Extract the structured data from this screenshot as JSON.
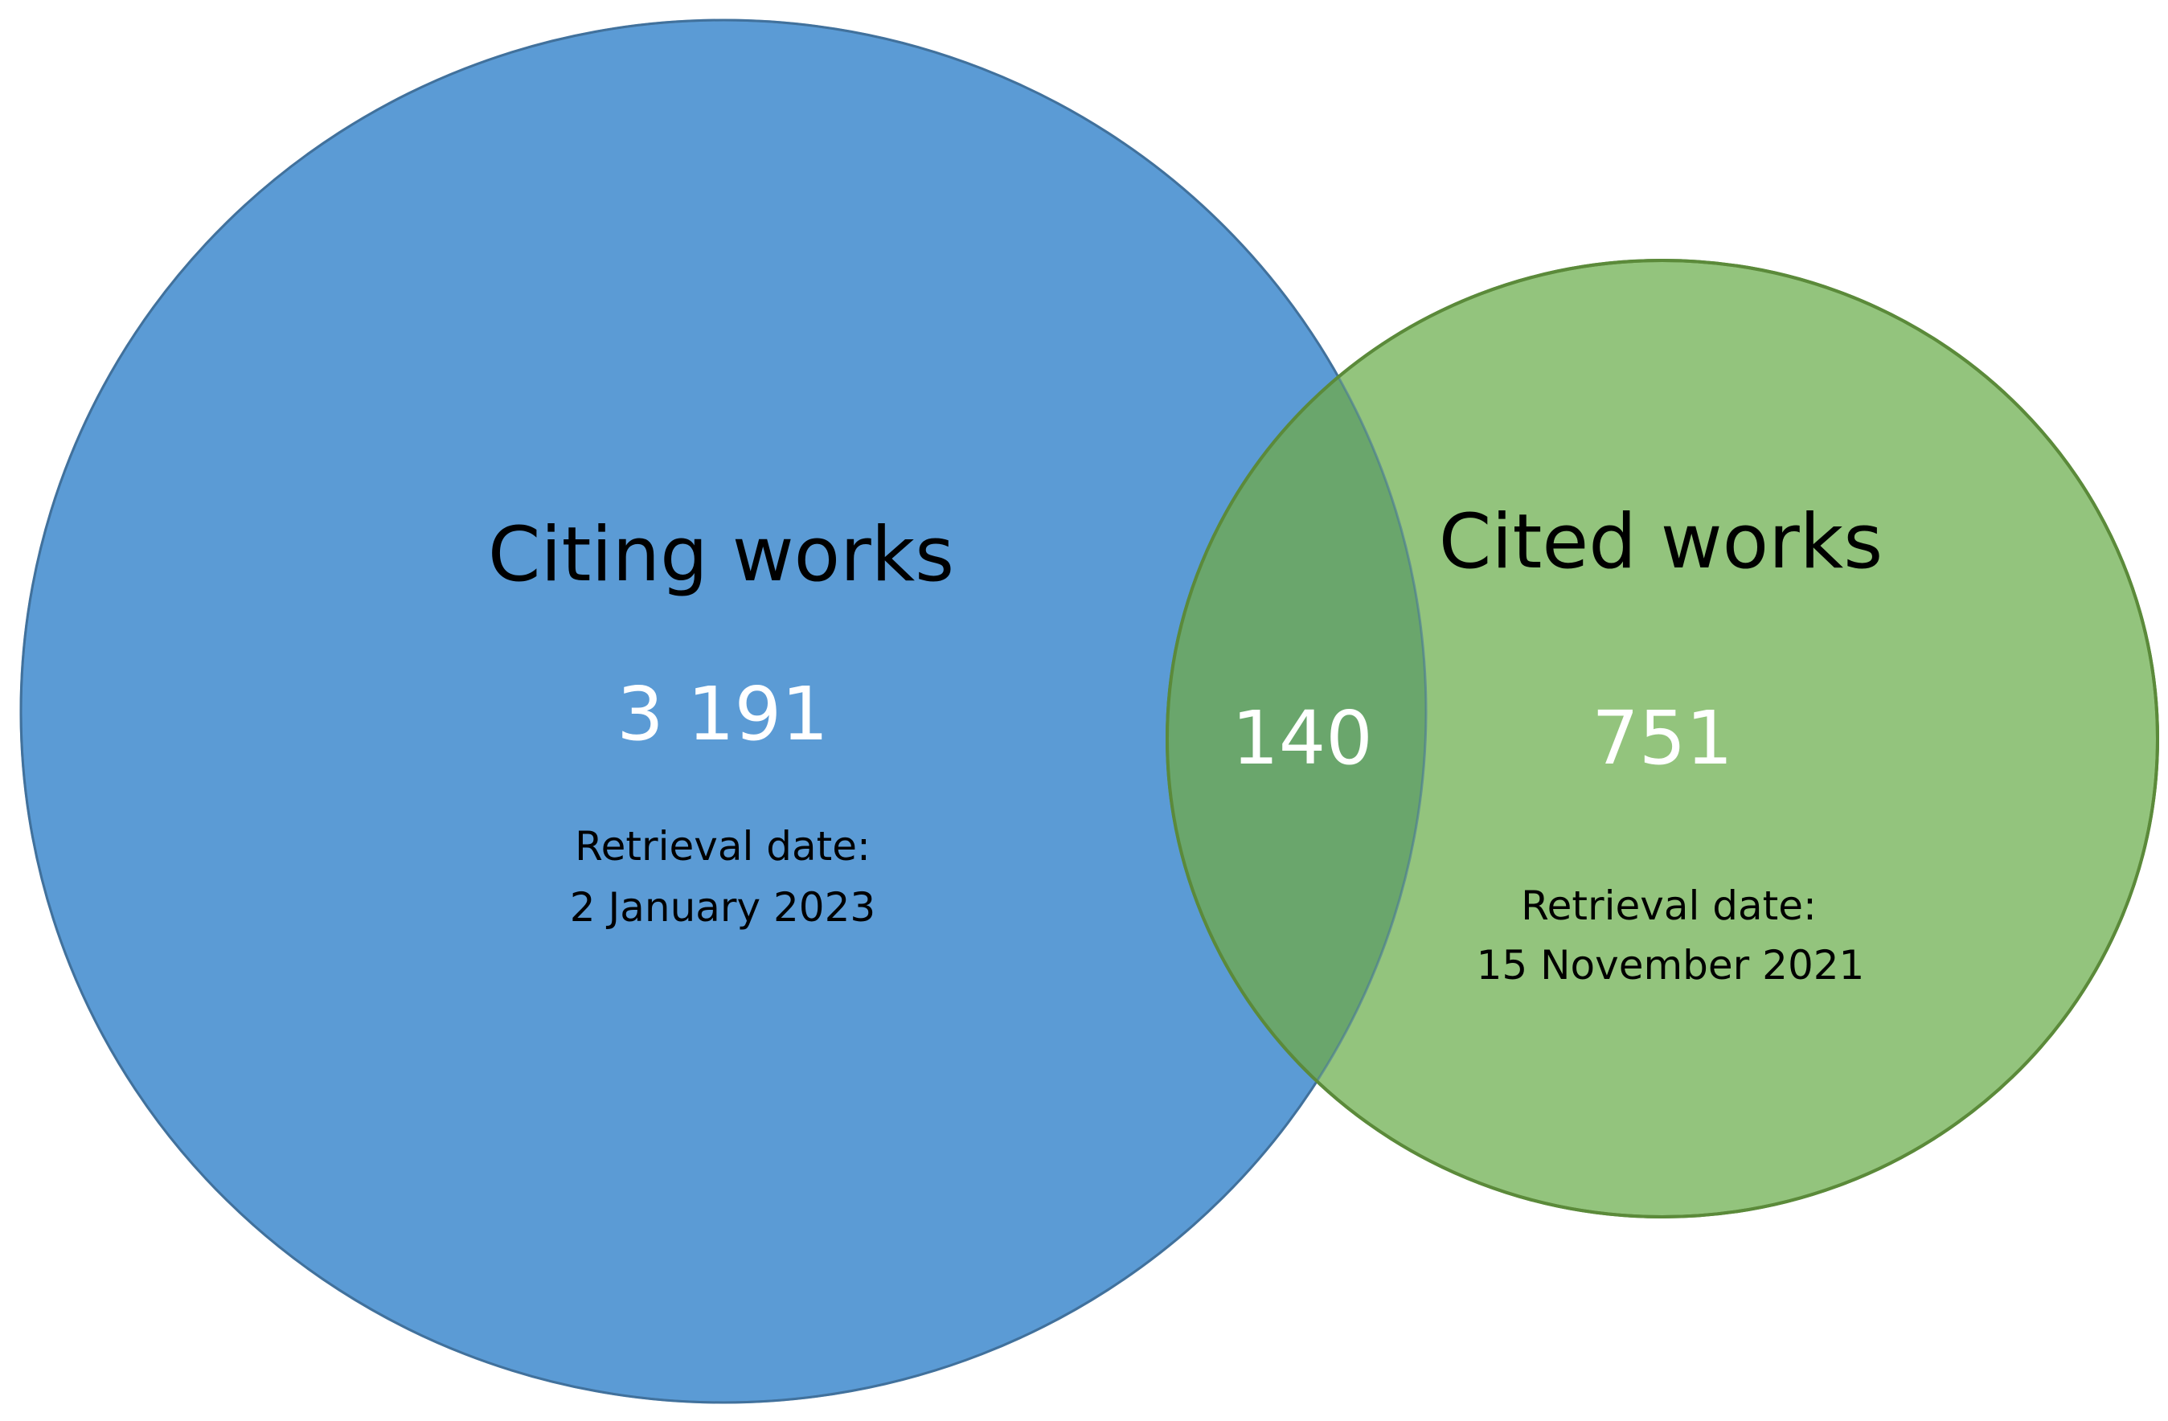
{
  "venn": {
    "left_set": {
      "label": "Citing works",
      "count": "3 191",
      "date_caption": "Retrieval date:",
      "date_value": "2 January 2023",
      "fill": "#5b9bd5",
      "stroke": "#41719c"
    },
    "right_set": {
      "label": "Cited works",
      "count": "751",
      "date_caption": "Retrieval date:",
      "date_value": "15 November 2021",
      "fill": "#93c47d",
      "stroke": "#5b8a3a"
    },
    "intersection": {
      "count": "140",
      "fill": "#6aa66c"
    }
  }
}
